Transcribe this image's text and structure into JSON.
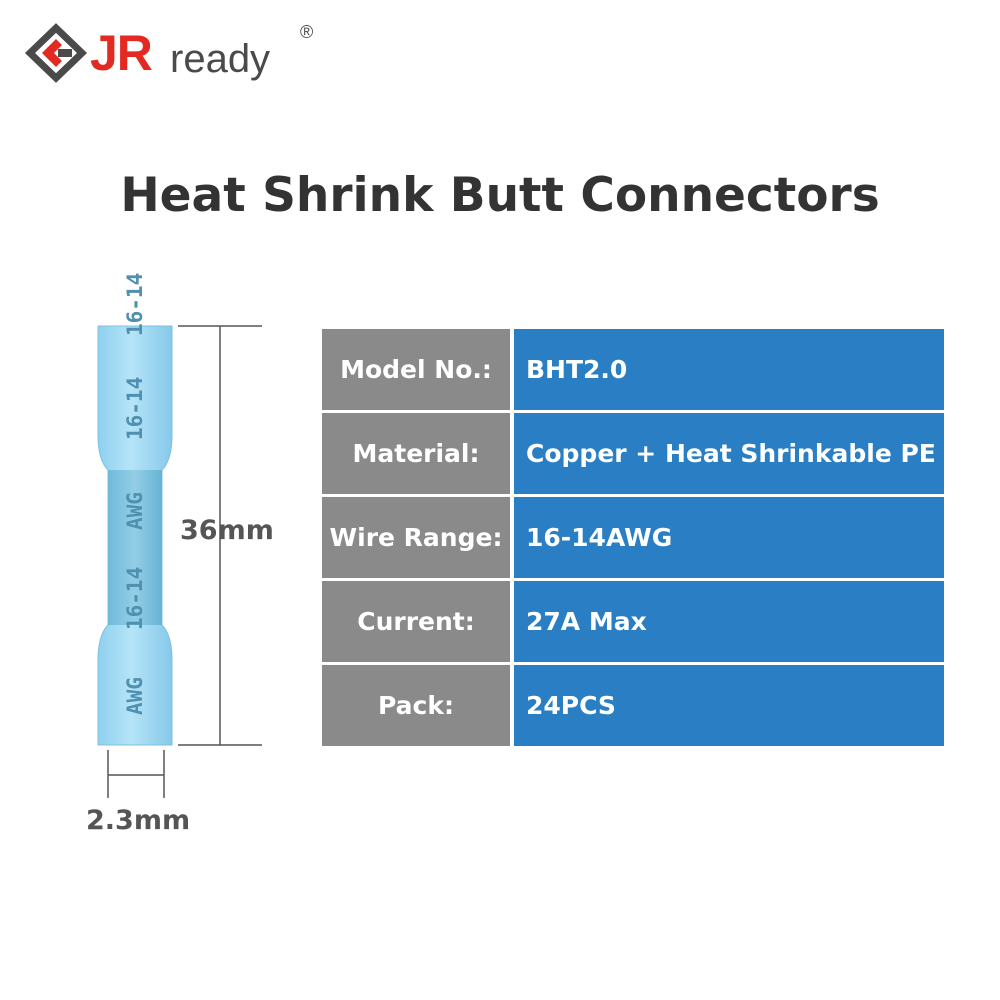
{
  "brand": {
    "name_primary": "JR",
    "name_secondary": "ready",
    "registered_mark": "®",
    "colors": {
      "primary": "#e32a22",
      "secondary": "#4a4a4a"
    }
  },
  "title": "Heat Shrink Butt Connectors",
  "connector": {
    "markings": [
      "16-14",
      "AWG",
      "16-14",
      "AWG",
      "16-14"
    ],
    "height_label": "36mm",
    "width_label": "2.3mm",
    "color": "#a9dcf2"
  },
  "specs": [
    {
      "label": "Model No.:",
      "value": "BHT2.0"
    },
    {
      "label": "Material:",
      "value": "Copper + Heat Shrinkable PE"
    },
    {
      "label": "Wire Range:",
      "value": "16-14AWG"
    },
    {
      "label": "Current:",
      "value": "27A Max"
    },
    {
      "label": "Pack:",
      "value": "24PCS"
    }
  ],
  "colors": {
    "label_bg": "#8a8a8a",
    "value_bg": "#2a7fc4"
  }
}
